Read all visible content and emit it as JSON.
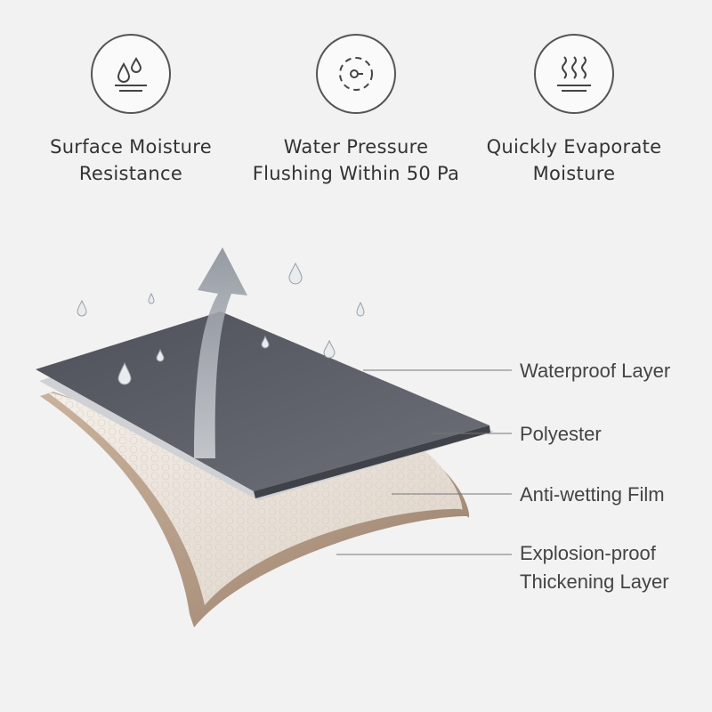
{
  "features": [
    {
      "icon": "water-drops-icon",
      "lines": [
        "Surface Moisture",
        "Resistance"
      ]
    },
    {
      "icon": "pressure-gauge-icon",
      "lines": [
        "Water Pressure",
        "Flushing Within 50 Pa"
      ]
    },
    {
      "icon": "evaporation-icon",
      "lines": [
        "Quickly Evaporate",
        "Moisture"
      ]
    }
  ],
  "layers": [
    {
      "lines": [
        "Waterproof Layer"
      ]
    },
    {
      "lines": [
        "Polyester"
      ]
    },
    {
      "lines": [
        "Anti-wetting Film"
      ]
    },
    {
      "lines": [
        "Explosion-proof",
        "Thickening Layer"
      ]
    }
  ],
  "colors": {
    "background": "#f2f2f2",
    "text": "#333333",
    "waterproof_layer": "#5d6068",
    "thickening_layer": "#b59e88",
    "film_layer": "#ece6df"
  }
}
